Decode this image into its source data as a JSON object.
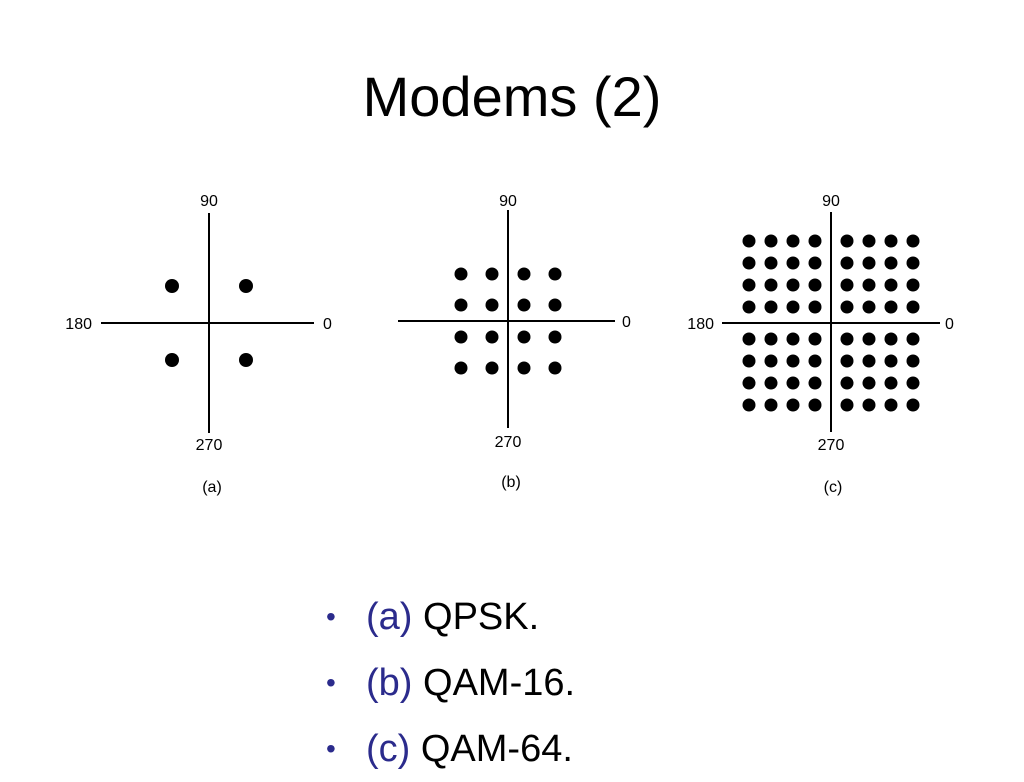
{
  "slide": {
    "title": "Modems (2)"
  },
  "colors": {
    "accent": "#2b2b8c",
    "text": "#000000",
    "background": "#ffffff"
  },
  "diagrams": [
    {
      "caption": "(a)",
      "axis_labels": {
        "top": "90",
        "left": "180",
        "right": "0",
        "bottom": "270"
      },
      "grid": {
        "per_side": 1,
        "points_per_quadrant": 1
      }
    },
    {
      "caption": "(b)",
      "axis_labels": {
        "top": "90",
        "left": "",
        "right": "0",
        "bottom": "270"
      },
      "grid": {
        "per_side": 2,
        "points_per_quadrant": 4
      }
    },
    {
      "caption": "(c)",
      "axis_labels": {
        "top": "90",
        "left": "180",
        "right": "0",
        "bottom": "270"
      },
      "grid": {
        "per_side": 4,
        "points_per_quadrant": 16
      }
    }
  ],
  "bullets": [
    {
      "tag": "(a)",
      "text": "QPSK."
    },
    {
      "tag": "(b)",
      "text": "QAM-16."
    },
    {
      "tag": "(c)",
      "text": "QAM-64."
    }
  ]
}
